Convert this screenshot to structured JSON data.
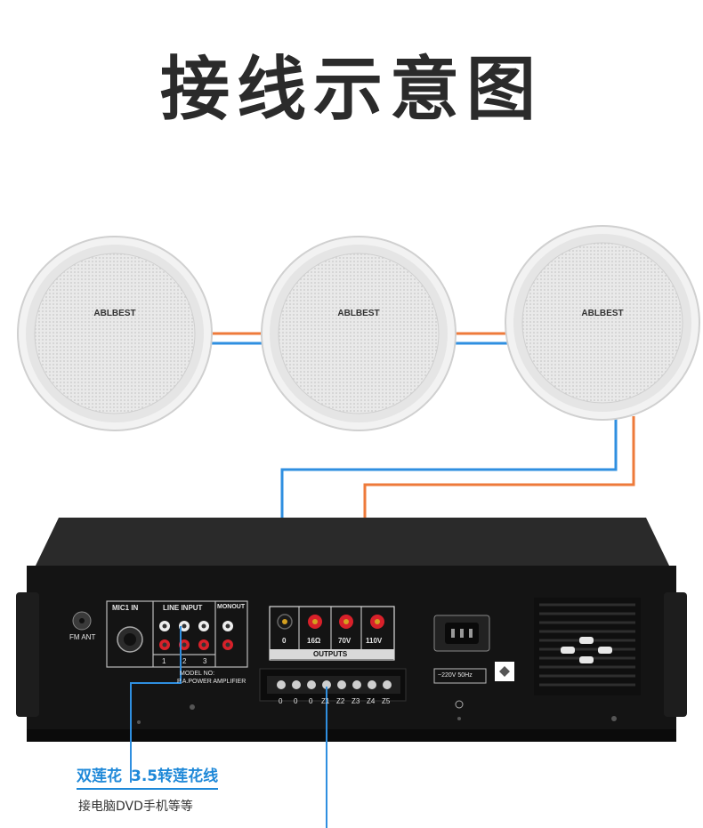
{
  "title": "接线示意图",
  "speakers": {
    "brand": "ABLBEST",
    "count": 3
  },
  "amplifier": {
    "fm_ant": "FM ANT",
    "mic1_in": "MIC1 IN",
    "line_input": "LINE INPUT",
    "line_numbers": [
      "1",
      "2",
      "3"
    ],
    "mono_out": "MONOUT",
    "model_no": "MODEL NO:",
    "model_desc": "P.A.POWER AMPLIFIER",
    "outputs_title": "OUTPUTS",
    "outputs": [
      "0",
      "16Ω",
      "70V",
      "110V"
    ],
    "terminals": [
      "0",
      "0",
      "0",
      "Z1",
      "Z2",
      "Z3",
      "Z4",
      "Z5"
    ],
    "power_label": "~220V 50Hz"
  },
  "labels": {
    "cable_main": "双莲花",
    "cable_sub": "3.5转莲花线",
    "connect_desc": "接电脑DVD手机等等"
  },
  "colors": {
    "blue_wire": "#2f8fe0",
    "orange_wire": "#ee7a3a",
    "amp_body": "#141414",
    "label_blue": "#1e88d8"
  }
}
